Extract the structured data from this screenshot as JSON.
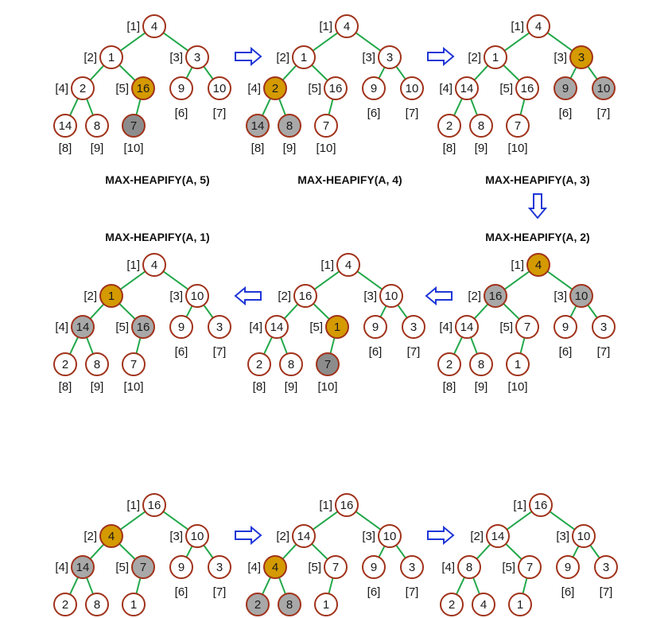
{
  "colors": {
    "edge": "#22a84a",
    "node_stroke": "#a0321a",
    "fill_white": "#ffffff",
    "fill_gold": "#d49a00",
    "fill_gray": "#a8a8a8",
    "fill_darkgray": "#8c8c8c",
    "arrow": "#1f36d6"
  },
  "captions": [
    "MAX-HEAPIFY(A, 5)",
    "MAX-HEAPIFY(A, 4)",
    "MAX-HEAPIFY(A, 3)",
    "MAX-HEAPIFY(A, 1)",
    "MAX-HEAPIFY(A, 2)"
  ],
  "trees": [
    {
      "values": [
        "4",
        "1",
        "3",
        "2",
        "16",
        "9",
        "10",
        "14",
        "8",
        "7"
      ],
      "fills": [
        "w",
        "w",
        "w",
        "w",
        "gold",
        "w",
        "w",
        "w",
        "w",
        "dgray"
      ]
    },
    {
      "values": [
        "4",
        "1",
        "3",
        "2",
        "16",
        "9",
        "10",
        "14",
        "8",
        "7"
      ],
      "fills": [
        "w",
        "w",
        "w",
        "gold",
        "w",
        "w",
        "w",
        "gray",
        "gray",
        "w"
      ]
    },
    {
      "values": [
        "4",
        "1",
        "3",
        "14",
        "16",
        "9",
        "10",
        "2",
        "8",
        "7"
      ],
      "fills": [
        "w",
        "w",
        "gold",
        "w",
        "w",
        "gray",
        "gray",
        "w",
        "w",
        "w"
      ]
    },
    {
      "values": [
        "4",
        "1",
        "10",
        "14",
        "16",
        "9",
        "3",
        "2",
        "8",
        "7"
      ],
      "fills": [
        "w",
        "gold",
        "w",
        "gray",
        "gray",
        "w",
        "w",
        "w",
        "w",
        "w"
      ]
    },
    {
      "values": [
        "4",
        "16",
        "10",
        "14",
        "1",
        "9",
        "3",
        "2",
        "8",
        "7"
      ],
      "fills": [
        "w",
        "w",
        "w",
        "w",
        "gold",
        "w",
        "w",
        "w",
        "w",
        "dgray"
      ]
    },
    {
      "values": [
        "4",
        "16",
        "10",
        "14",
        "7",
        "9",
        "3",
        "2",
        "8",
        "1"
      ],
      "fills": [
        "gold",
        "gray",
        "gray",
        "w",
        "w",
        "w",
        "w",
        "w",
        "w",
        "w"
      ]
    },
    {
      "values": [
        "16",
        "4",
        "10",
        "14",
        "7",
        "9",
        "3",
        "2",
        "8",
        "1"
      ],
      "fills": [
        "w",
        "gold",
        "w",
        "gray",
        "gray",
        "w",
        "w",
        "w",
        "w",
        "w"
      ]
    },
    {
      "values": [
        "16",
        "14",
        "10",
        "4",
        "7",
        "9",
        "3",
        "2",
        "8",
        "1"
      ],
      "fills": [
        "w",
        "w",
        "w",
        "gold",
        "w",
        "w",
        "w",
        "gray",
        "gray",
        "w"
      ]
    },
    {
      "values": [
        "16",
        "14",
        "10",
        "8",
        "7",
        "9",
        "3",
        "2",
        "4",
        "1"
      ],
      "fills": [
        "w",
        "w",
        "w",
        "w",
        "w",
        "w",
        "w",
        "w",
        "w",
        "w"
      ]
    }
  ],
  "index_labels": [
    "[1]",
    "[2]",
    "[3]",
    "[4]",
    "[5]",
    "[6]",
    "[7]",
    "[8]",
    "[9]",
    "[10]"
  ]
}
